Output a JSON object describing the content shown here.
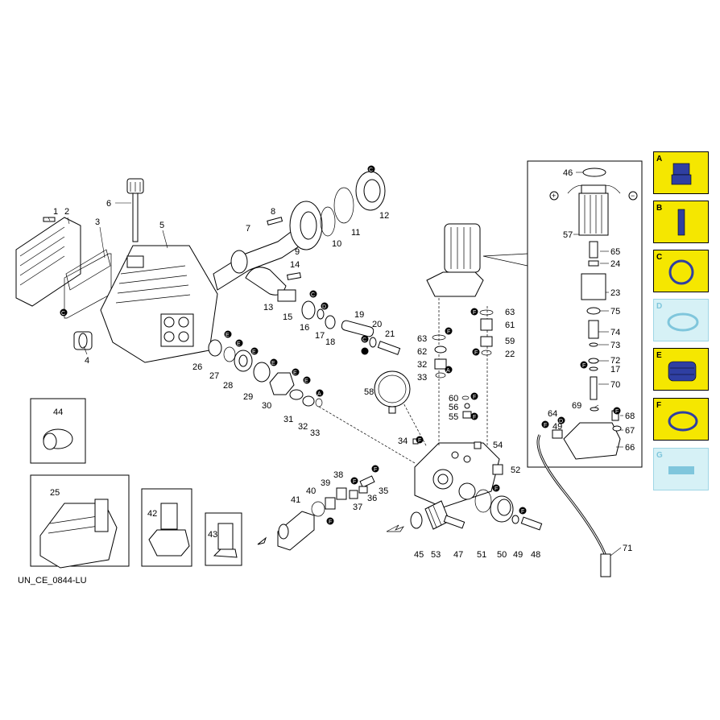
{
  "diagram": {
    "code": "UN_CE_0844-LU",
    "callouts": [
      "1",
      "2",
      "3",
      "4",
      "5",
      "6",
      "7",
      "8",
      "9",
      "10",
      "11",
      "12",
      "13",
      "14",
      "15",
      "16",
      "17",
      "18",
      "19",
      "20",
      "21",
      "22",
      "23",
      "24",
      "25",
      "26",
      "27",
      "28",
      "29",
      "30",
      "31",
      "32",
      "33",
      "34",
      "35",
      "36",
      "37",
      "38",
      "39",
      "40",
      "41",
      "42",
      "43",
      "44",
      "45",
      "46",
      "47",
      "48",
      "49",
      "50",
      "51",
      "52",
      "53",
      "54",
      "55",
      "56",
      "57",
      "58",
      "59",
      "60",
      "61",
      "62",
      "63",
      "64",
      "65",
      "66",
      "67",
      "68",
      "69",
      "70",
      "71",
      "72",
      "73",
      "74",
      "75"
    ],
    "refs": [
      "C",
      "E",
      "F",
      "A",
      "D"
    ],
    "direction_plus": "+",
    "direction_minus": "−"
  },
  "legend": [
    {
      "letter": "A",
      "color": "#f5e700"
    },
    {
      "letter": "B",
      "color": "#f5e700"
    },
    {
      "letter": "C",
      "color": "#f5e700"
    },
    {
      "letter": "D",
      "color": "#d6f1f6"
    },
    {
      "letter": "E",
      "color": "#f5e700"
    },
    {
      "letter": "F",
      "color": "#f5e700"
    },
    {
      "letter": "G",
      "color": "#d6f1f6"
    }
  ],
  "colors": {
    "accent_yellow": "#f5e700",
    "accent_cyan": "#d6f1f6",
    "ink": "#000000"
  }
}
